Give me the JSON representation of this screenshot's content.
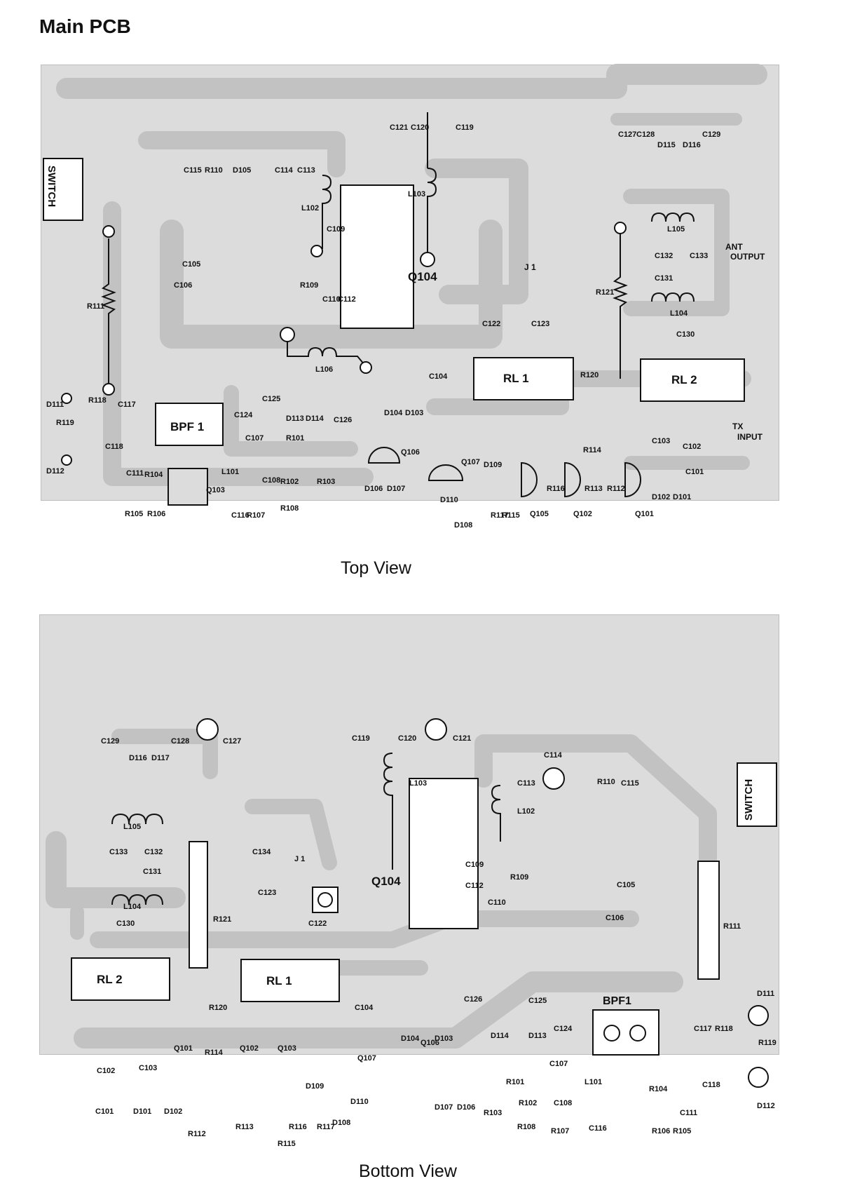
{
  "title": "Main PCB",
  "top_view": {
    "caption": "Top View",
    "blocks": {
      "switch": "SWITCH",
      "bpf": "BPF 1",
      "rl1": "RL  1",
      "rl2": "RL  2"
    },
    "transistors": [
      "Q104",
      "Q101",
      "Q102",
      "Q103",
      "Q105",
      "Q106",
      "Q107"
    ],
    "capacitors": [
      "C101",
      "C102",
      "C103",
      "C104",
      "C105",
      "C106",
      "C107",
      "C108",
      "C109",
      "C110",
      "C111",
      "C112",
      "C113",
      "C114",
      "C115",
      "C116",
      "C117",
      "C118",
      "C119",
      "C120",
      "C121",
      "C122",
      "C123",
      "C124",
      "C125",
      "C126",
      "C127",
      "C128",
      "C129",
      "C130",
      "C131",
      "C132",
      "C133"
    ],
    "resistors": [
      "R101",
      "R102",
      "R103",
      "R104",
      "R105",
      "R106",
      "R107",
      "R108",
      "R109",
      "R110",
      "R111",
      "R112",
      "R113",
      "R114",
      "R115",
      "R116",
      "R117",
      "R118",
      "R119",
      "R120",
      "R121"
    ],
    "diodes": [
      "D101",
      "D102",
      "D103",
      "D104",
      "D105",
      "D106",
      "D107",
      "D108",
      "D109",
      "D110",
      "D111",
      "D112",
      "D113",
      "D114",
      "D115",
      "D116"
    ],
    "inductors": [
      "L101",
      "L102",
      "L103",
      "L104",
      "L105",
      "L106"
    ],
    "terminals": {
      "ant": "ANT",
      "output": "OUTPUT",
      "tx": "TX",
      "input": "INPUT"
    },
    "jumper": "J 1"
  },
  "bottom_view": {
    "caption": "Bottom View",
    "blocks": {
      "switch": "SWITCH",
      "bpf": "BPF1",
      "rl1": "RL  1",
      "rl2": "RL  2"
    },
    "transistors": [
      "Q104",
      "Q101",
      "Q102",
      "Q103",
      "Q106",
      "Q107"
    ],
    "capacitors": [
      "C101",
      "C102",
      "C103",
      "C104",
      "C105",
      "C106",
      "C107",
      "C108",
      "C109",
      "C110",
      "C111",
      "C112",
      "C113",
      "C114",
      "C115",
      "C116",
      "C117",
      "C118",
      "C119",
      "C120",
      "C121",
      "C122",
      "C123",
      "C124",
      "C125",
      "C126",
      "C127",
      "C128",
      "C129",
      "C130",
      "C131",
      "C132",
      "C133",
      "C134"
    ],
    "resistors": [
      "R101",
      "R102",
      "R103",
      "R104",
      "R105",
      "R106",
      "R107",
      "R108",
      "R109",
      "R110",
      "R111",
      "R112",
      "R113",
      "R114",
      "R115",
      "R116",
      "R117",
      "R118",
      "R119",
      "R120",
      "R121"
    ],
    "diodes": [
      "D101",
      "D102",
      "D103",
      "D104",
      "D106",
      "D107",
      "D108",
      "D109",
      "D110",
      "D111",
      "D112",
      "D113",
      "D114",
      "D116",
      "D117"
    ],
    "inductors": [
      "L101",
      "L102",
      "L103",
      "L104",
      "L105"
    ],
    "jumper": "J 1"
  }
}
